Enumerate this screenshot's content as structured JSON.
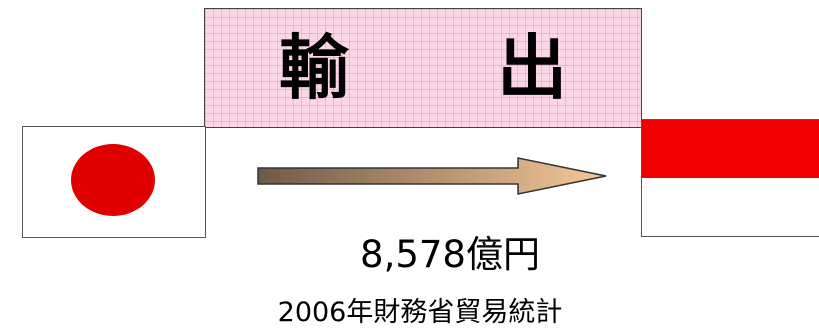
{
  "banner": {
    "title": "輸 出",
    "background_color": "#fbd6e6"
  },
  "flags": {
    "left": {
      "icon": "japan-flag-icon",
      "colors": [
        "#ffffff",
        "#e00000"
      ]
    },
    "right": {
      "icon": "indonesia-flag-icon",
      "colors": [
        "#ee0000",
        "#ffffff"
      ]
    }
  },
  "arrow": {
    "icon": "export-arrow-icon",
    "gradient_colors": [
      "#6f5a46",
      "#f5c89a"
    ]
  },
  "amount": "8,578億円",
  "source": "2006年財務省貿易統計"
}
